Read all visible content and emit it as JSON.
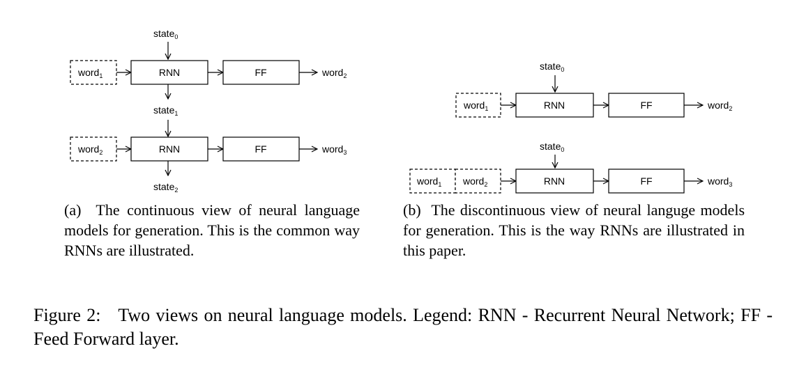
{
  "panel_a": {
    "row1": {
      "input": "word",
      "input_sub": "1",
      "rnn": "RNN",
      "ff": "FF",
      "output": "word",
      "output_sub": "2"
    },
    "row2": {
      "input": "word",
      "input_sub": "2",
      "rnn": "RNN",
      "ff": "FF",
      "output": "word",
      "output_sub": "3"
    },
    "state0": {
      "text": "state",
      "sub": "0"
    },
    "state1": {
      "text": "state",
      "sub": "1"
    },
    "state2": {
      "text": "state",
      "sub": "2"
    },
    "caption_label": "(a)",
    "caption": "The continuous view of neural language models for generation. This is the common way RNNs are illustrated."
  },
  "panel_b": {
    "row1": {
      "state": "state",
      "state_sub": "0",
      "input": "word",
      "input_sub": "1",
      "rnn": "RNN",
      "ff": "FF",
      "output": "word",
      "output_sub": "2"
    },
    "row2": {
      "state": "state",
      "state_sub": "0",
      "input1": "word",
      "input1_sub": "1",
      "input2": "word",
      "input2_sub": "2",
      "rnn": "RNN",
      "ff": "FF",
      "output": "word",
      "output_sub": "3"
    },
    "caption_label": "(b)",
    "caption": "The discontinuous view of neural languge models for generation. This is the way RNNs are illustrated in this paper."
  },
  "figure_caption": {
    "label": "Figure 2:",
    "text": "Two views on neural language models. Legend: RNN - Recurrent Neural Network; FF - Feed Forward layer."
  }
}
